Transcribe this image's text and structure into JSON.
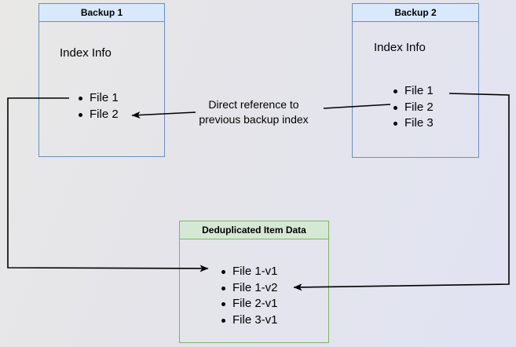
{
  "diagram": {
    "backup1": {
      "title": "Backup 1",
      "section_label": "Index Info",
      "files": [
        "File 1",
        "File 2"
      ]
    },
    "backup2": {
      "title": "Backup 2",
      "section_label": "Index Info",
      "files": [
        "File 1",
        "File 2",
        "File 3"
      ]
    },
    "dedup_store": {
      "title": "Deduplicated Item Data",
      "files": [
        "File 1-v1",
        "File 1-v2",
        "File 2-v1",
        "File 3-v1"
      ]
    },
    "annotation": {
      "line1": "Direct reference to",
      "line2": "previous backup index"
    },
    "colors": {
      "backup_header_fill": "#dae8fc",
      "backup_border": "#6c8ebf",
      "dedup_header_fill": "#d5e8d4",
      "dedup_border": "#82b366",
      "connector": "#000000",
      "text": "#000000"
    }
  }
}
